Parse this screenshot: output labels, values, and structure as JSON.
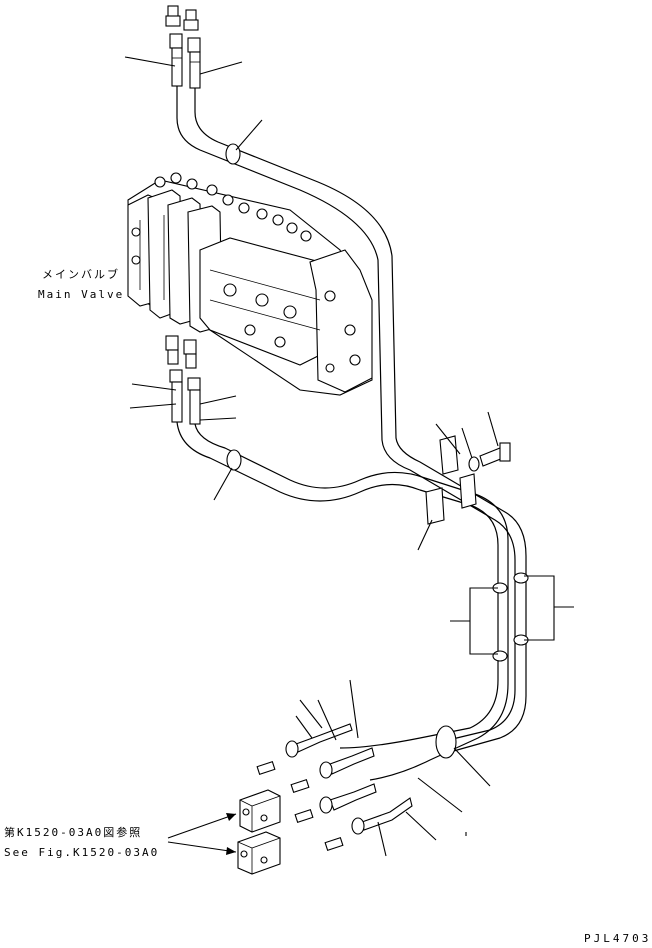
{
  "labels": {
    "main_valve_jp": "メインバルブ",
    "main_valve_en": "Main Valve",
    "see_fig_jp": "第K1520-03A0図参照",
    "see_fig_en": "See Fig.K1520-03A0",
    "drawing_code": "PJL4703"
  }
}
